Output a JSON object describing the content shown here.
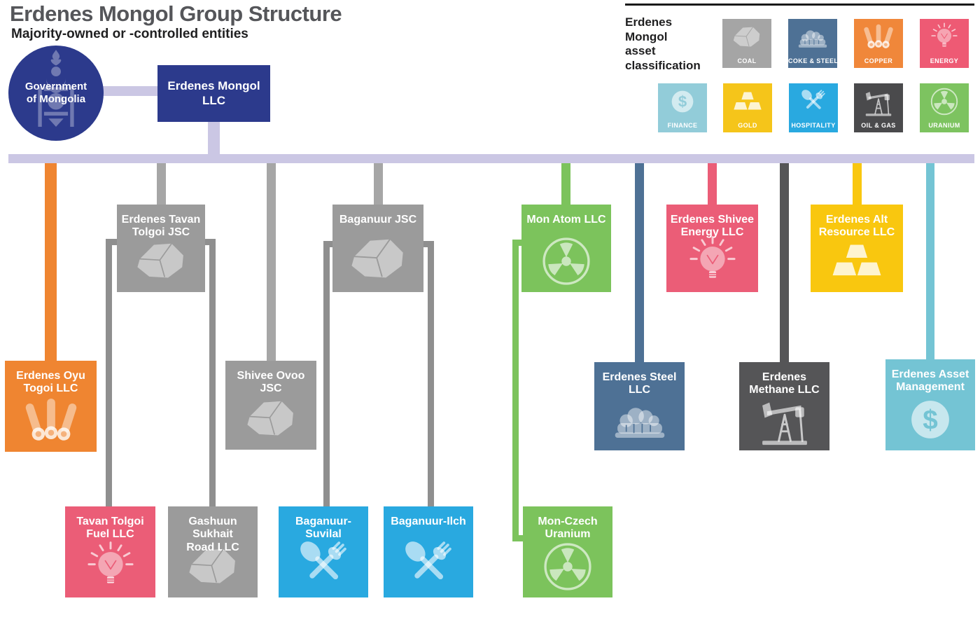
{
  "header": {
    "title": "Erdenes Mongol Group Structure",
    "subtitle": "Majority-owned or -controlled entities"
  },
  "colors": {
    "title": "#55565a",
    "text": "#1f1f20"
  },
  "root": {
    "government_label": "Government\nof Mongolia",
    "company_label": "Erdenes\nMongol LLC",
    "color": "#2c3a8c"
  },
  "legend": {
    "heading": "Erdenes\nMongol\nasset\nclassification",
    "items": [
      {
        "label": "COAL",
        "icon": "coal",
        "color": "#a5a5a5"
      },
      {
        "label": "COKE & STEEL",
        "icon": "coke-steel",
        "color": "#4e7195"
      },
      {
        "label": "COPPER",
        "icon": "copper",
        "color": "#f0873a"
      },
      {
        "label": "ENERGY",
        "icon": "energy",
        "color": "#ee5a74"
      },
      {
        "label": "FINANCE",
        "icon": "finance",
        "color": "#92ccd9"
      },
      {
        "label": "GOLD",
        "icon": "gold",
        "color": "#f5c51a"
      },
      {
        "label": "HOSPITALITY",
        "icon": "hospitality",
        "color": "#29a9e0"
      },
      {
        "label": "OIL & GAS",
        "icon": "oil-gas",
        "color": "#4a4a4c"
      },
      {
        "label": "URANIUM",
        "icon": "uranium",
        "color": "#7dc360"
      }
    ]
  },
  "connectors": {
    "lavender": "#cbc7e4",
    "drop_gray": "#a6a6a6",
    "leg_gray": "#8f8f8f"
  },
  "nodes": [
    {
      "label": "Erdenes Tavan\nTolgoi JSC",
      "icon": "coal",
      "color": "#9b9b9b"
    },
    {
      "label": "Baganuur JSC",
      "icon": "coal",
      "color": "#9b9b9b"
    },
    {
      "label": "Mon Atom LLC",
      "icon": "uranium",
      "color": "#7cc35c"
    },
    {
      "label": "Erdenes Shivee\nEnergy LLC",
      "icon": "energy",
      "color": "#eb5d77"
    },
    {
      "label": "Erdenes Alt\nResource LLC",
      "icon": "gold",
      "color": "#f9c70f"
    },
    {
      "label": "Erdenes Oyu\nTogoi LLC",
      "icon": "copper",
      "color": "#ef8531"
    },
    {
      "label": "Shivee Ovoo\nJSC",
      "icon": "coal",
      "color": "#9b9b9b"
    },
    {
      "label": "Erdenes Steel\nLLC",
      "icon": "coke-steel",
      "color": "#4e7195"
    },
    {
      "label": "Erdenes\nMethane LLC",
      "icon": "oil-gas",
      "color": "#555557"
    },
    {
      "label": "Erdenes Asset\nManagement",
      "icon": "finance",
      "color": "#74c4d4"
    },
    {
      "label": "Tavan Tolgoi\nFuel LLC",
      "icon": "energy",
      "color": "#eb5d77"
    },
    {
      "label": "Gashuun Sukhait\nRoad LLC",
      "icon": "coal",
      "color": "#9b9b9b"
    },
    {
      "label": "Baganuur-\nSuvilal",
      "icon": "hospitality",
      "color": "#29a9e0"
    },
    {
      "label": "Baganuur-Ilch",
      "icon": "hospitality",
      "color": "#29a9e0"
    },
    {
      "label": "Mon-Czech\nUranium",
      "icon": "uranium",
      "color": "#7cc35c"
    }
  ]
}
